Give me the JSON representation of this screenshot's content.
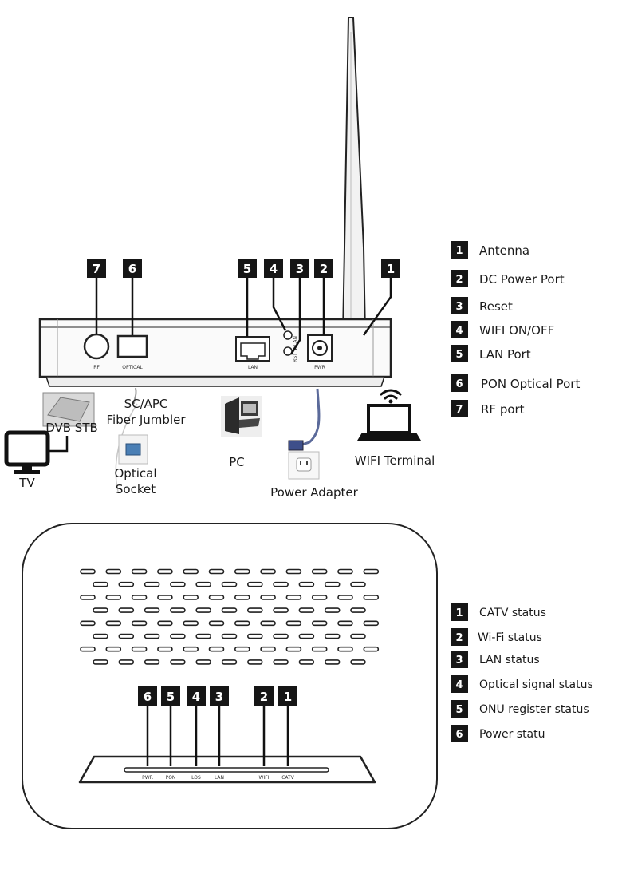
{
  "rear_view": {
    "callouts": [
      "7",
      "6",
      "5",
      "4",
      "3",
      "2",
      "1"
    ],
    "port_labels": {
      "rf": "RF",
      "optical": "OPTICAL",
      "lan": "LAN",
      "wlan": "WLAN",
      "rst": "RST",
      "pwr": "PWR"
    },
    "devices": {
      "dvb_stb": "DVB STB",
      "tv": "TV",
      "fiber_line1": "SC/APC",
      "fiber_line2": "Fiber Jumbler",
      "socket_line1": "Optical",
      "socket_line2": "Socket",
      "pc": "PC",
      "power_adapter": "Power Adapter",
      "wifi_terminal": "WIFI Terminal"
    },
    "legend": [
      {
        "num": "1",
        "label": "Antenna"
      },
      {
        "num": "2",
        "label": "DC Power Port"
      },
      {
        "num": "3",
        "label": "Reset"
      },
      {
        "num": "4",
        "label": "WIFI ON/OFF"
      },
      {
        "num": "5",
        "label": "LAN Port"
      },
      {
        "num": "6",
        "label": "PON Optical Port"
      },
      {
        "num": "7",
        "label": "RF port"
      }
    ]
  },
  "front_view": {
    "callouts": [
      "6",
      "5",
      "4",
      "3",
      "2",
      "1"
    ],
    "led_labels": [
      "PWR",
      "PON",
      "LOS",
      "LAN",
      "WIFI",
      "CATV"
    ],
    "legend": [
      {
        "num": "1",
        "label": "CATV status"
      },
      {
        "num": "2",
        "label": "Wi-Fi status"
      },
      {
        "num": "3",
        "label": "LAN status"
      },
      {
        "num": "4",
        "label": "Optical  signal status"
      },
      {
        "num": "5",
        "label": "ONU register status"
      },
      {
        "num": "6",
        "label": "Power statu"
      }
    ]
  }
}
